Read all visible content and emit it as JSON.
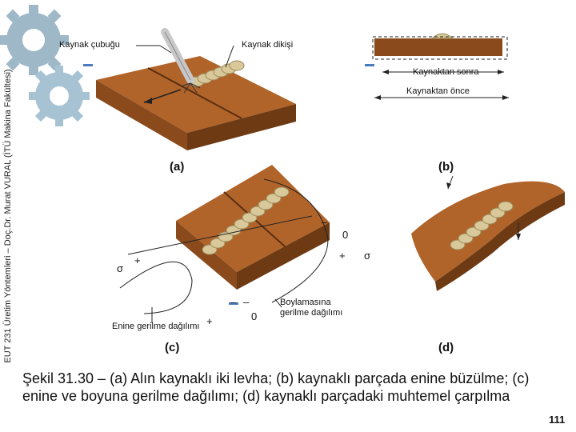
{
  "side_text": "EUT 231 Üretim Yöntemleri – Doç.Dr. Murat VURAL (İTÜ Makina Fakültesi)",
  "labels": {
    "welding_rod": "Kaynak çubuğu",
    "weld_bead": "Kaynak dikişi",
    "after_welding": "Kaynaktan sonra",
    "before_welding": "Kaynaktan önce",
    "longitudinal_stress": "Boylamasına gerilme dağılımı",
    "transverse_stress": "Enine gerilme dağılımı",
    "sigma": "σ",
    "plus": "+",
    "minus": "–",
    "zero": "0"
  },
  "panels": {
    "a": "(a)",
    "b": "(b)",
    "c": "(c)",
    "d": "(d)"
  },
  "caption": "Şekil 31.30 – (a) Alın kaynaklı iki levha; (b) kaynaklı parçada enine büzülme; (c) enine ve boyuna gerilme dağılımı; (d) kaynaklı parçadaki muhtemel çarpılma",
  "page_number": "111",
  "colors": {
    "plate_top": "#b0642a",
    "plate_side": "#8a4a1c",
    "plate_dark": "#6e3a14",
    "bead": "#d8c89a",
    "gear": "#9fb8c8",
    "gear_center": "#ffffff"
  }
}
